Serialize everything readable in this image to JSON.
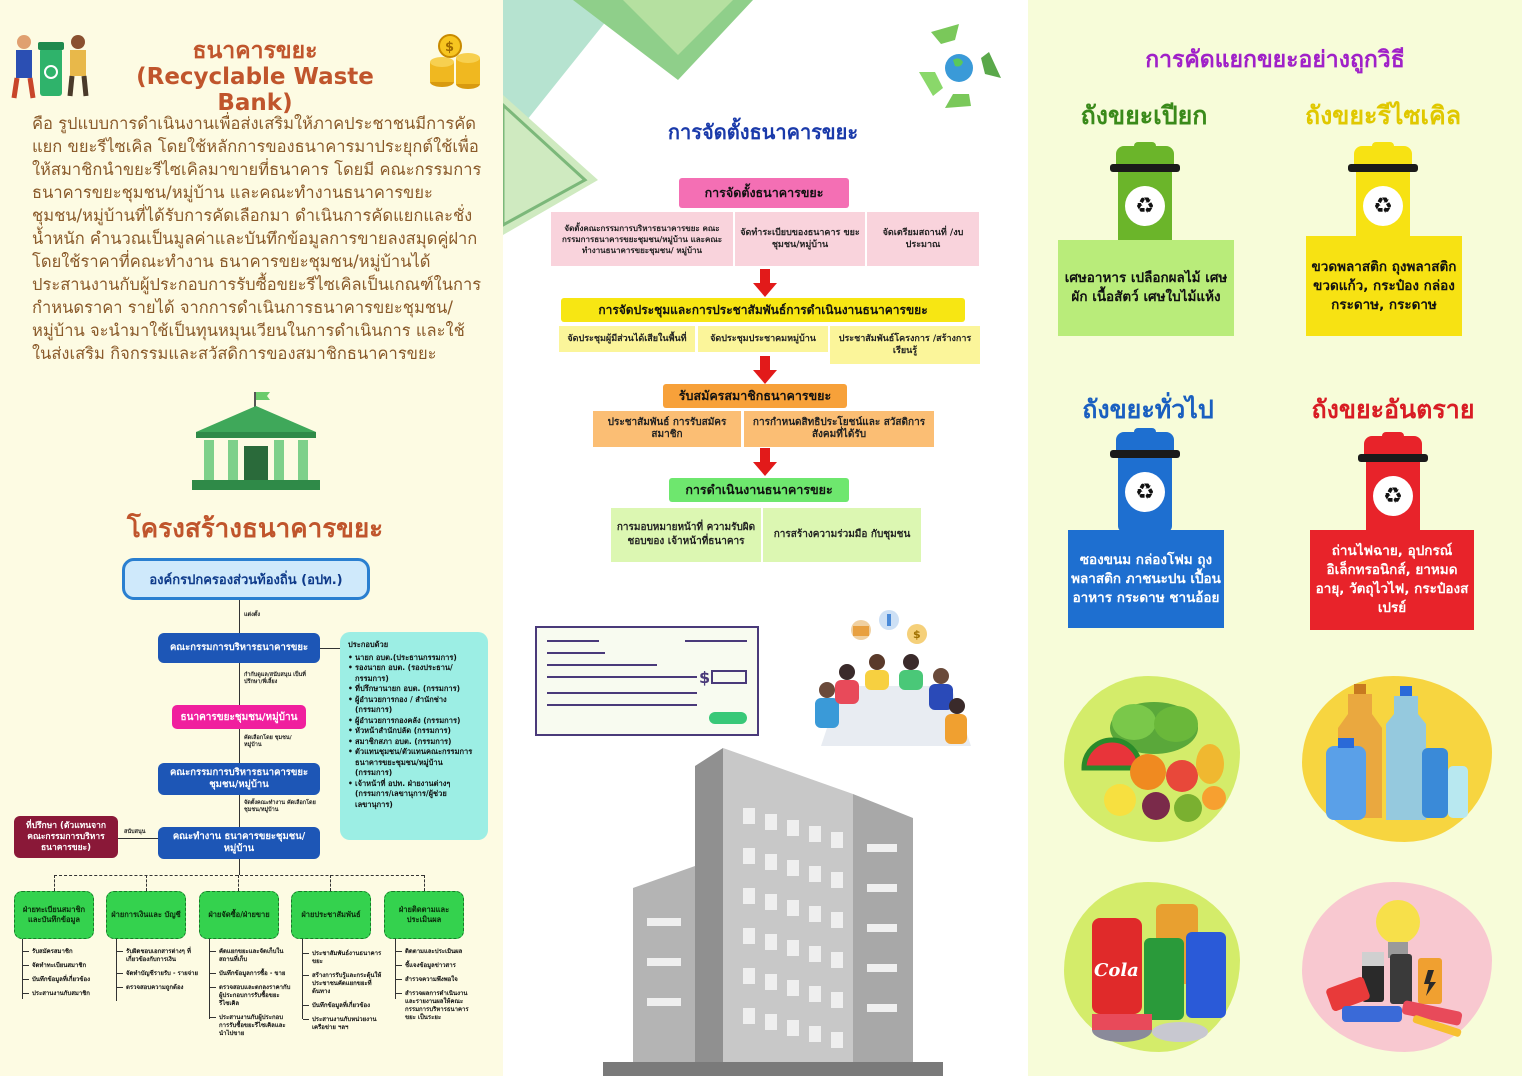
{
  "panel1": {
    "title_line1": "ธนาคารขยะ",
    "title_line2": "(Recyclable Waste Bank)",
    "description": "คือ รูปแบบการดำเนินงานเพื่อส่งเสริมให้ภาคประชาชนมีการคัดแยก ขยะรีไซเคิล โดยใช้หลักการของธนาคารมาประยุกต์ใช้เพื่อให้สมาชิกนำขยะรีไซเคิลมาขายที่ธนาคาร โดยมี คณะกรรมการธนาคารขยะชุมชน/หมู่บ้าน และคณะทำงานธนาคารขยะชุมชน/หมู่บ้านที่ได้รับการคัดเลือกมา ดำเนินการคัดแยกและชั่งน้ำหนัก คำนวณเป็นมูลค่าและบันทึกข้อมูลการขายลงสมุดคู่ฝาก โดยใช้ราคาที่คณะทำงาน ธนาคารขยะชุมชน/หมู่บ้านได้ประสานงานกับผู้ประกอบการรับซื้อขยะรีไซเคิลเป็นเกณฑ์ในการกำหนดราคา รายได้ จากการดำเนินการธนาคารขยะชุมชน/หมู่บ้าน จะนำมาใช้เป็นทุนหมุนเวียนในการดำเนินการ และใช้ในส่งเสริม กิจกรรมและสวัสดิการของสมาชิกธนาคารขยะ",
    "structure_title": "โครงสร้างธนาคารขยะ",
    "org": "องค์กรปกครองส่วนท้องถิ่น (อปท.)",
    "note_appoint": "แต่งตั้ง",
    "committee": "คณะกรรมการบริหารธนาคารขยะ",
    "note_supervise": "กำกับดูแล/สนับสนุน เป็นที่ปรึกษา/พี่เลี้ยง",
    "community_bank": "ธนาคารขยะชุมชน/หมู่บ้าน",
    "note_select": "คัดเลือกโดย ชุมชน/หมู่บ้าน",
    "community_committee": "คณะกรรมการบริหารธนาคารขยะ ชุมชน/หมู่บ้าน",
    "note_team": "จัดตั้งคณะทำงาน คัดเลือกโดยชุมชน/หมู่บ้าน",
    "working_team": "คณะทำงาน ธนาคารขยะชุมชน/หมู่บ้าน",
    "advisor": "ที่ปรึกษา (ตัวแทนจากคณะกรรมการบริหารธนาคารขยะ)",
    "note_support": "สนับสนุน",
    "members_heading": "ประกอบด้วย",
    "members": [
      "นายก อบต.(ประธานกรรมการ)",
      "รองนายก อบต. (รองประธาน/กรรมการ)",
      "ที่ปรึกษานายก อบต. (กรรมการ)",
      "ผู้อำนวยการกอง / สำนักช่าง (กรรมการ)",
      "ผู้อำนวยการกองคลัง (กรรมการ)",
      "หัวหน้าสำนักปลัด (กรรมการ)",
      "สมาชิกสภา อบต. (กรรมการ)",
      "ตัวแทนชุมชน/ตัวแทนคณะกรรมการธนาคารขยะชุมชน/หมู่บ้าน (กรรมการ)",
      "เจ้าหน้าที่ อปท. ฝ่ายงานต่างๆ (กรรมการ/เลขานุการ/ผู้ช่วยเลขานุการ)"
    ],
    "departments": [
      {
        "name": "ฝ่ายทะเบียนสมาชิก และบันทึกข้อมูล",
        "tasks": [
          "รับสมัครสมาชิก",
          "จัดทำทะเบียนสมาชิก",
          "บันทึกข้อมูลที่เกี่ยวข้อง",
          "ประสานงานกับสมาชิก"
        ]
      },
      {
        "name": "ฝ่ายการเงินและ บัญชี",
        "tasks": [
          "รับผิดชอบเอกสารต่างๆ ที่เกี่ยวข้องกับการเงิน",
          "จัดทำบัญชีรายรับ - รายจ่าย",
          "ตรวจสอบความถูกต้อง"
        ]
      },
      {
        "name": "ฝ่ายจัดซื้อ/ฝ่ายขาย",
        "tasks": [
          "คัดแยกขยะและจัดเก็บในสถานที่เก็บ",
          "บันทึกข้อมูลการซื้อ - ขาย",
          "ตรวจสอบและตกลงราคากับผู้ประกอบการรับซื้อขยะรีไซเคิล",
          "ประสานงานกับผู้ประกอบการรับซื้อขยะรีไซเคิลและนำไปขาย"
        ]
      },
      {
        "name": "ฝ่ายประชาสัมพันธ์",
        "tasks": [
          "ประชาสัมพันธ์งานธนาคารขยะ",
          "สร้างการรับรู้และกระตุ้นให้ประชาชนคัดแยกขยะที่ต้นทาง",
          "บันทึกข้อมูลที่เกี่ยวข้อง",
          "ประสานงานกับหน่วยงานเครือข่าย ฯลฯ"
        ]
      },
      {
        "name": "ฝ่ายติดตามและ ประเมินผล",
        "tasks": [
          "ติดตามและประเมินผล",
          "ชี้แจงข้อมูลข่าวสาร",
          "สำรวจความพึงพอใจ",
          "สำรวจผลการดำเนินงานและรายงานผลให้คณะกรรมการบริหารธนาคารขยะ เป็นระยะ"
        ]
      }
    ]
  },
  "panel2": {
    "title": "การจัดตั้งธนาคารขยะ",
    "step1": {
      "title": "การจัดตั้งธนาคารขยะ",
      "cells": [
        "จัดตั้งคณะกรรมการบริหารธนาคารขยะ คณะกรรมการธนาคารขยะชุมชน/หมู่บ้าน และคณะทำงานธนาคารขยะชุมชน/ หมู่บ้าน",
        "จัดทำระเบียบของธนาคาร ขยะชุมชน/หมู่บ้าน",
        "จัดเตรียมสถานที่ /งบประมาณ"
      ]
    },
    "step2": {
      "title": "การจัดประชุมและการประชาสัมพันธ์การดำเนินงานธนาคารขยะ",
      "cells": [
        "จัดประชุมผู้มีส่วนได้เสียในพื้นที่",
        "จัดประชุมประชาคมหมู่บ้าน",
        "ประชาสัมพันธ์โครงการ /สร้างการเรียนรู้"
      ]
    },
    "step3": {
      "title": "รับสมัครสมาชิกธนาคารขยะ",
      "cells": [
        "ประชาสัมพันธ์ การรับสมัครสมาชิก",
        "การกำหนดสิทธิประโยชน์และ สวัสดิการสังคมที่ได้รับ"
      ]
    },
    "step4": {
      "title": "การดำเนินงานธนาคารขยะ",
      "cells": [
        "การมอบหมายหน้าที่ ความรับผิดชอบของ เจ้าหน้าที่ธนาคาร",
        "การสร้างความร่วมมือ กับชุมชน"
      ]
    },
    "check_dollar": "$"
  },
  "panel3": {
    "title": "การคัดแยกขยะอย่างถูกวิธี",
    "bins": [
      {
        "label": "ถังขยะเปียก",
        "desc": "เศษอาหาร เปลือกผลไม้ เศษผัก เนื้อสัตว์ เศษใบไม้แห้ง",
        "color": "#6bb52a",
        "label_color": "#3a8a1a",
        "desc_bg": "#b9ec7a",
        "desc_color": "#111111"
      },
      {
        "label": "ถังขยะรีไซเคิล",
        "desc": "ขวดพลาสติก ถุงพลาสติก ขวดแก้ว, กระป๋อง กล่องกระดาษ, กระดาษ",
        "color": "#f7e213",
        "label_color": "#e0c800",
        "desc_bg": "#f7e213",
        "desc_color": "#111111"
      },
      {
        "label": "ถังขยะทั่วไป",
        "desc": "ซองขนม กล่องโฟม ถุงพลาสติก ภาชนะปน เปื้อนอาหาร กระดาษ ชานอ้อย",
        "color": "#1e6fd0",
        "label_color": "#1a5fc0",
        "desc_bg": "#1e6fd0",
        "desc_color": "#ffffff"
      },
      {
        "label": "ถังขยะอันตราย",
        "desc": "ถ่านไฟฉาย, อุปกรณ์ อิเล็กทรอนิกส์, ยาหมด อายุ, วัตถุไวไฟ, กระป๋องสเปรย์",
        "color": "#e8232a",
        "label_color": "#d81c24",
        "desc_bg": "#e8232a",
        "desc_color": "#ffffff"
      }
    ],
    "cola_label": "Cola"
  }
}
